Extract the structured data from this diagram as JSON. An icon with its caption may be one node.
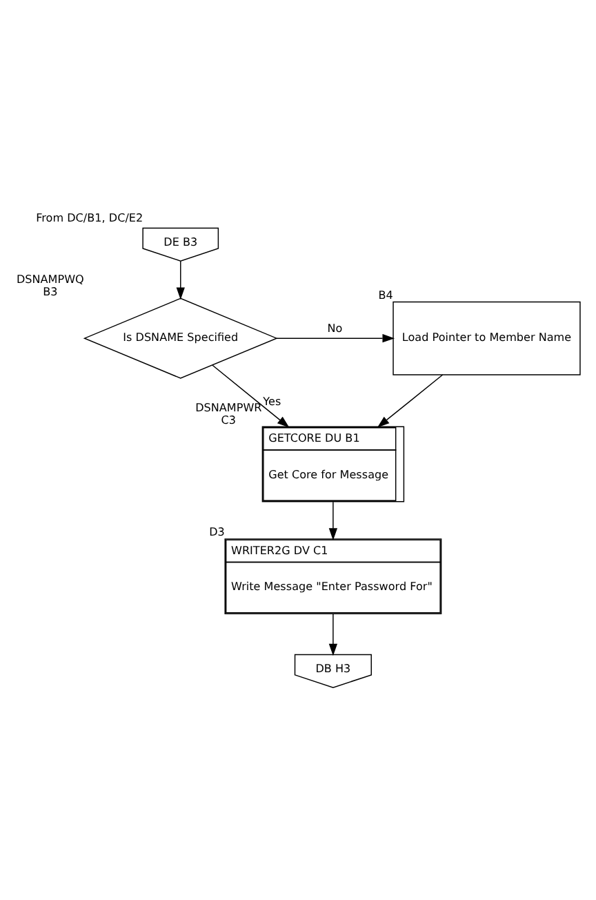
{
  "diagram": {
    "nodes": [
      {
        "text": [
          "DE B3"
        ],
        "beside": [
          "From DC/B1, DC/E2"
        ]
      },
      {
        "text": [
          "Is DSNAME Specified"
        ],
        "beside": [
          "DSNAMPWQ",
          "B3"
        ]
      },
      {
        "text": [
          "Load Pointer to Member Name"
        ],
        "beside": [
          "B4"
        ]
      },
      {
        "text": [
          "GETCORE DU B1",
          "Get Core for Message"
        ],
        "beside": [
          "DSNAMPWR",
          "C3"
        ]
      },
      {
        "text": [
          "WRITER2G DV C1",
          "Write Message \"Enter Password For\""
        ],
        "beside": [
          "D3"
        ]
      },
      {
        "text": [
          "DB H3"
        ]
      }
    ],
    "edges": [
      {
        "from": 0,
        "to": 1,
        "arrow": "to"
      },
      {
        "from": 1,
        "to": 2,
        "arrow": "to",
        "label": "No"
      },
      {
        "from": 1,
        "to": 3,
        "arrow": "to",
        "label": "Yes"
      },
      {
        "from": 2,
        "to": 3,
        "arrow": "to"
      },
      {
        "from": 3,
        "to": 4,
        "arrow": "to"
      },
      {
        "from": 4,
        "to": 5,
        "arrow": "to"
      }
    ]
  }
}
